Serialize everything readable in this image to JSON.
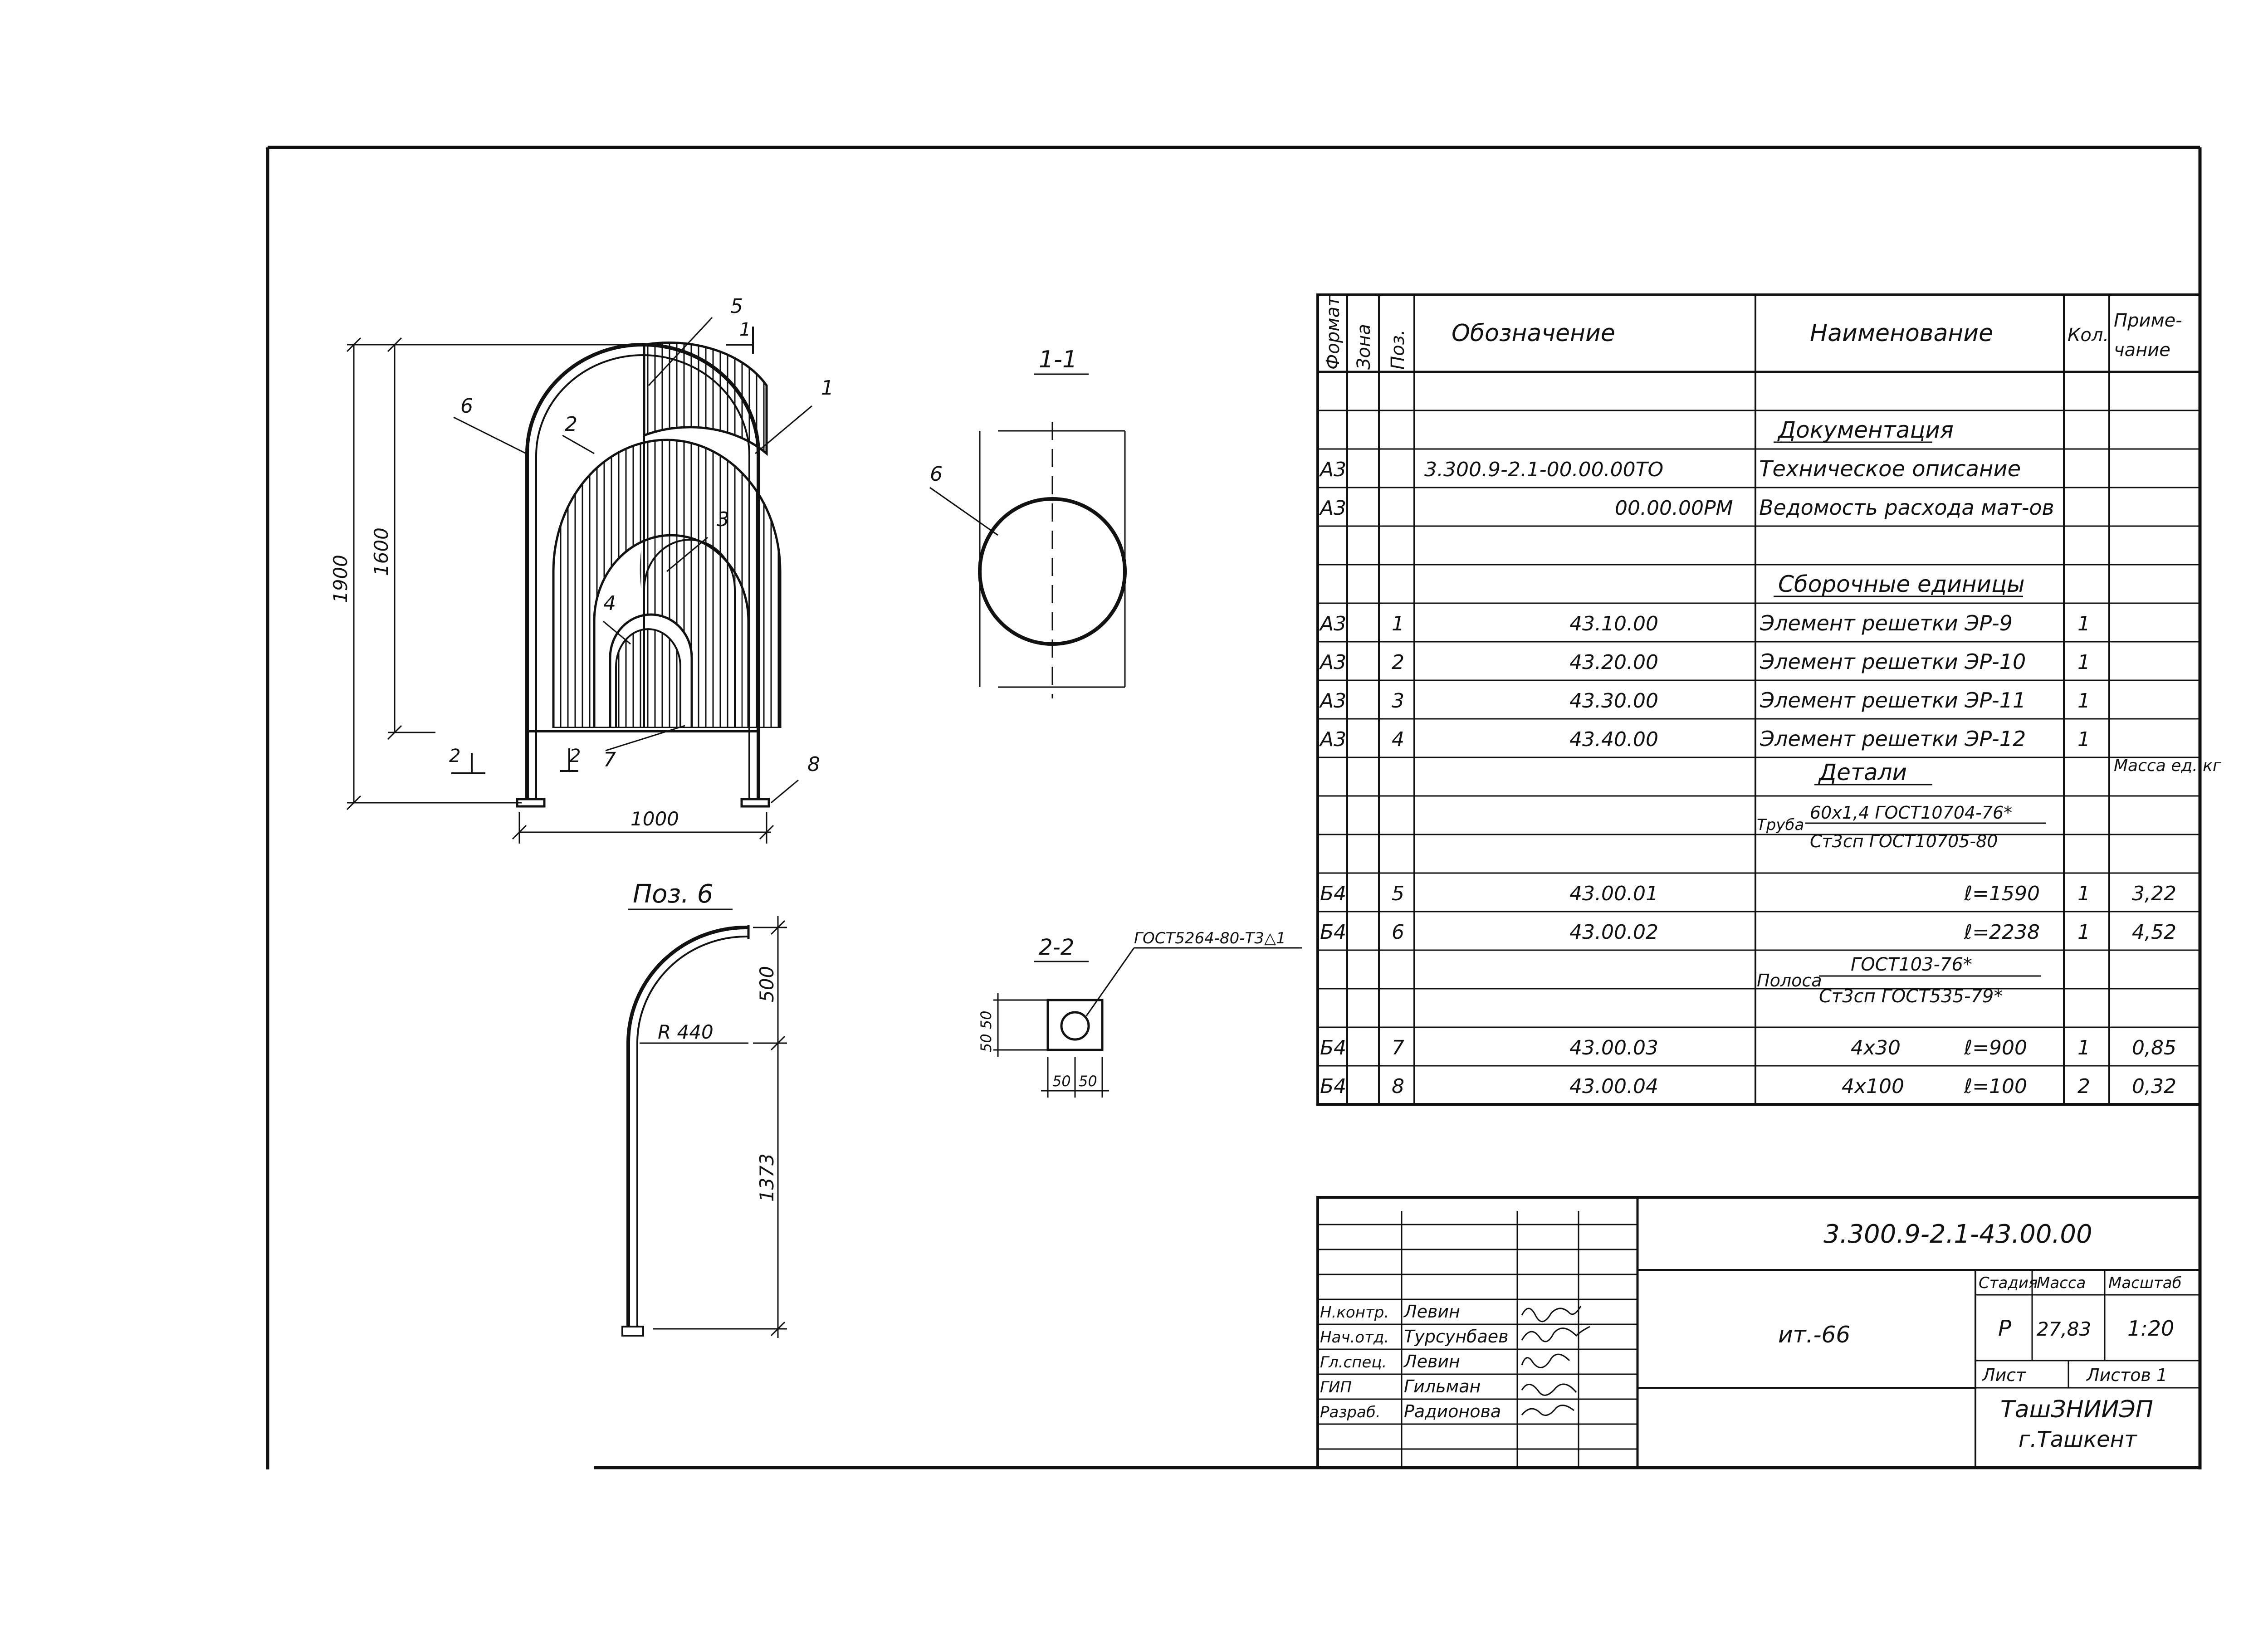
{
  "spec_headers": {
    "format": "Формат",
    "zone": "Зона",
    "pos": "Поз.",
    "designation": "Обозначение",
    "name": "Наименование",
    "qty": "Кол.",
    "note_line1": "Приме-",
    "note_line2": "чание"
  },
  "sections": {
    "documentation": "Документация",
    "assembly_units": "Сборочные единицы",
    "details": "Детали"
  },
  "doc_rows": [
    {
      "format": "А3",
      "designation": "3.300.9-2.1-00.00.00ТО",
      "name": "Техническое описание"
    },
    {
      "format": "А3",
      "designation": "00.00.00РМ",
      "name": "Ведомость расхода мат-ов"
    }
  ],
  "assembly_rows": [
    {
      "format": "А3",
      "pos": "1",
      "designation": "43.10.00",
      "name": "Элемент решетки ЭР-9",
      "qty": "1"
    },
    {
      "format": "А3",
      "pos": "2",
      "designation": "43.20.00",
      "name": "Элемент решетки ЭР-10",
      "qty": "1"
    },
    {
      "format": "А3",
      "pos": "3",
      "designation": "43.30.00",
      "name": "Элемент решетки ЭР-11",
      "qty": "1"
    },
    {
      "format": "А3",
      "pos": "4",
      "designation": "43.40.00",
      "name": "Элемент решетки ЭР-12",
      "qty": "1"
    }
  ],
  "details_note": "Масса ед. кг",
  "pipe": {
    "label": "Труба",
    "top": "60х1,4 ГОСТ10704-76*",
    "bottom": "Ст3сп ГОСТ10705-80"
  },
  "pipe_rows": [
    {
      "format": "Б4",
      "pos": "5",
      "designation": "43.00.01",
      "name": "ℓ=1590",
      "qty": "1",
      "note": "3,22"
    },
    {
      "format": "Б4",
      "pos": "6",
      "designation": "43.00.02",
      "name": "ℓ=2238",
      "qty": "1",
      "note": "4,52"
    }
  ],
  "strip": {
    "label": "Полоса",
    "top": "ГОСТ103-76*",
    "bottom": "Ст3сп ГОСТ535-79*"
  },
  "strip_rows": [
    {
      "format": "Б4",
      "pos": "7",
      "designation": "43.00.03",
      "size": "4х30",
      "length": "ℓ=900",
      "qty": "1",
      "note": "0,85"
    },
    {
      "format": "Б4",
      "pos": "8",
      "designation": "43.00.04",
      "size": "4х100",
      "length": "ℓ=100",
      "qty": "2",
      "note": "0,32"
    }
  ],
  "title_block": {
    "document_code": "3.300.9-2.1-43.00.00",
    "title": "ит.-66",
    "stage_header": "Стадия",
    "mass_header": "Масса",
    "scale_header": "Масштаб",
    "stage": "Р",
    "mass": "27,83",
    "scale": "1:20",
    "sheet_label": "Лист",
    "sheets_label": "Листов 1",
    "org_line1": "ТашЗНИИЭП",
    "org_line2": "г.Ташкент",
    "signers": [
      {
        "role": "Н.контр.",
        "name": "Левин"
      },
      {
        "role": "Нач.отд.",
        "name": "Турсунбаев"
      },
      {
        "role": "Гл.спец.",
        "name": "Левин"
      },
      {
        "role": "ГИП",
        "name": "Гильман"
      },
      {
        "role": "Разраб.",
        "name": "Радионова"
      }
    ]
  },
  "drawing": {
    "dim_height_total": "1900",
    "dim_height_inner": "1600",
    "dim_width": "1000",
    "pos_labels": [
      "1",
      "2",
      "3",
      "4",
      "5",
      "6",
      "7",
      "8"
    ],
    "section_mark_1": "1",
    "section_mark_2": "2",
    "section_1_title": "1-1",
    "section_1_label": "6",
    "section_2_title": "2-2",
    "section_2_gost": "ГОСТ5264-80-Т3△1",
    "section_2_dim_v": "50 50",
    "section_2_dim_h1": "50",
    "section_2_dim_h2": "50",
    "pos6_title": "Поз. 6",
    "pos6_radius": "R 440",
    "pos6_dim_top": "500",
    "pos6_dim_bottom": "1373"
  }
}
